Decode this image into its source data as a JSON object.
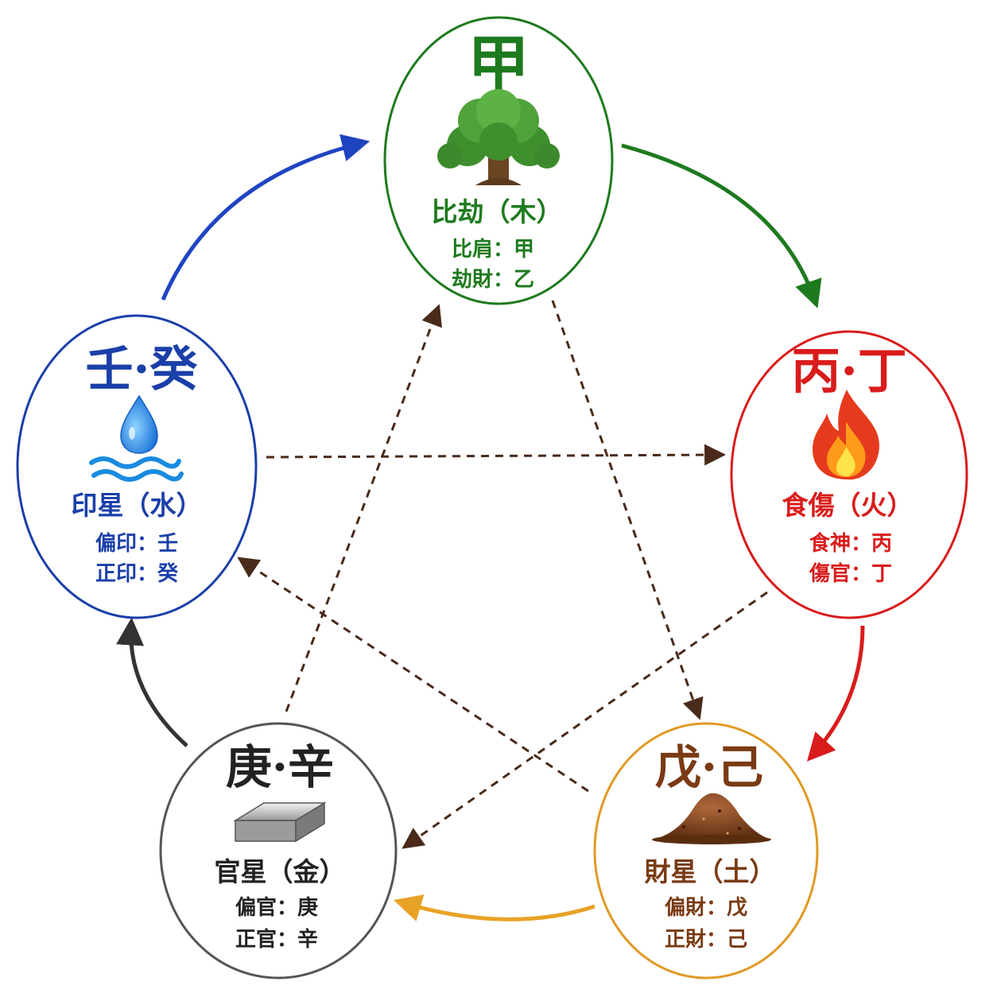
{
  "elements": {
    "wood": {
      "stems": "甲",
      "category": "比劫（木）",
      "line1": "比肩：甲",
      "line2": "劫財：乙",
      "color": "#1e7a1e",
      "icon": "tree-icon"
    },
    "fire": {
      "stems": "丙·丁",
      "category": "食傷（火）",
      "line1": "食神：丙",
      "line2": "傷官：丁",
      "color": "#d91c1c",
      "icon": "flame-icon"
    },
    "earth": {
      "stems": "戊·己",
      "category": "財星（土）",
      "line1": "偏財：戊",
      "line2": "正財：己",
      "color": "#7a3a14",
      "ring": "#e09a26",
      "icon": "soil-mound-icon"
    },
    "metal": {
      "stems": "庚·辛",
      "category": "官星（金）",
      "line1": "偏官：庚",
      "line2": "正官：辛",
      "color": "#222222",
      "ring": "#555555",
      "icon": "metal-ingot-icon"
    },
    "water": {
      "stems": "壬·癸",
      "category": "印星（水）",
      "line1": "偏印：壬",
      "line2": "正印：癸",
      "color": "#1b3fa8",
      "icon": "water-drop-icon"
    }
  },
  "arrow_colors": {
    "wood_to_fire": "#1e7a1e",
    "fire_to_earth": "#d91c1c",
    "earth_to_metal": "#e8a226",
    "metal_to_water": "#333333",
    "water_to_wood": "#1f44c2",
    "control": "#4a2a1a"
  }
}
